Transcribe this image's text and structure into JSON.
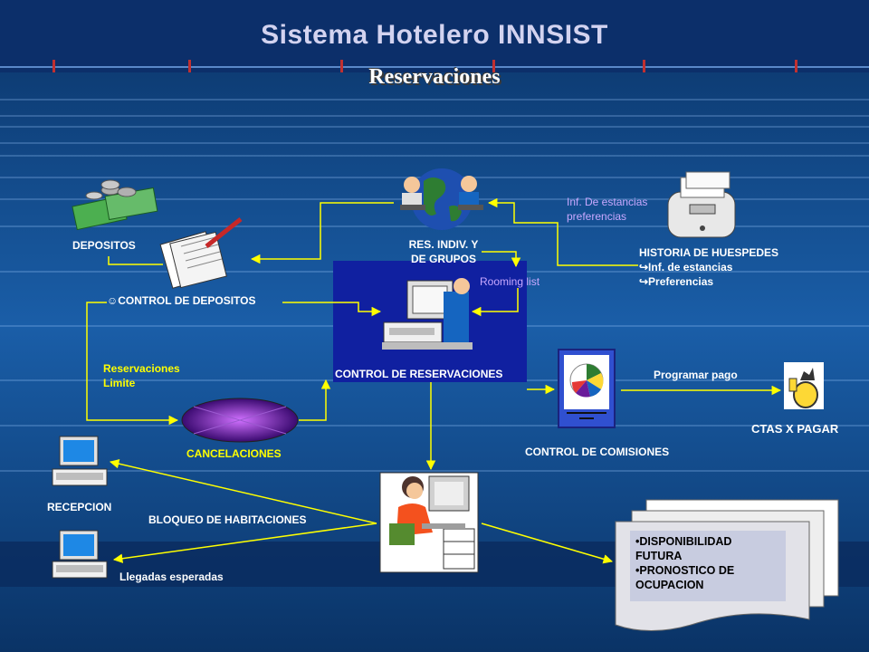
{
  "header": {
    "title": "Sistema Hotelero INNSIST",
    "subtitle": "Reservaciones"
  },
  "nodes": {
    "depositos": "DEPOSITOS",
    "res_indiv_1": "RES. INDIV. Y",
    "res_indiv_2": "DE GRUPOS",
    "historia": "HISTORIA DE HUESPEDES",
    "historia_sub1": "↪Inf. de estancias",
    "historia_sub2": "↪Preferencias",
    "control_depositos": "☺CONTROL  DE DEPOSITOS",
    "control_reservaciones": "CONTROL  DE RESERVACIONES",
    "cancelaciones": "CANCELACIONES",
    "control_comisiones": "CONTROL  DE  COMISIONES",
    "ctas_pagar": "CTAS X PAGAR",
    "recepcion": "RECEPCION"
  },
  "edges": {
    "inf_estancias_1": "Inf. De estancias",
    "inf_estancias_2": "preferencias",
    "rooming_list": "Rooming list",
    "reservaciones_limite_1": "Reservaciones",
    "reservaciones_limite_2": "Limite",
    "programar_pago": "Programar pago",
    "bloqueo": "BLOQUEO DE HABITACIONES",
    "llegadas": "Llegadas esperadas"
  },
  "report": {
    "line1": "•DISPONIBILIDAD",
    "line2": "FUTURA",
    "line3": "•PRONOSTICO DE",
    "line4": "OCUPACION"
  },
  "colors": {
    "background": "#0b3f7a",
    "arrow": "#ffff00",
    "panel": "#1020a0",
    "accent": "#c8a8ff"
  }
}
